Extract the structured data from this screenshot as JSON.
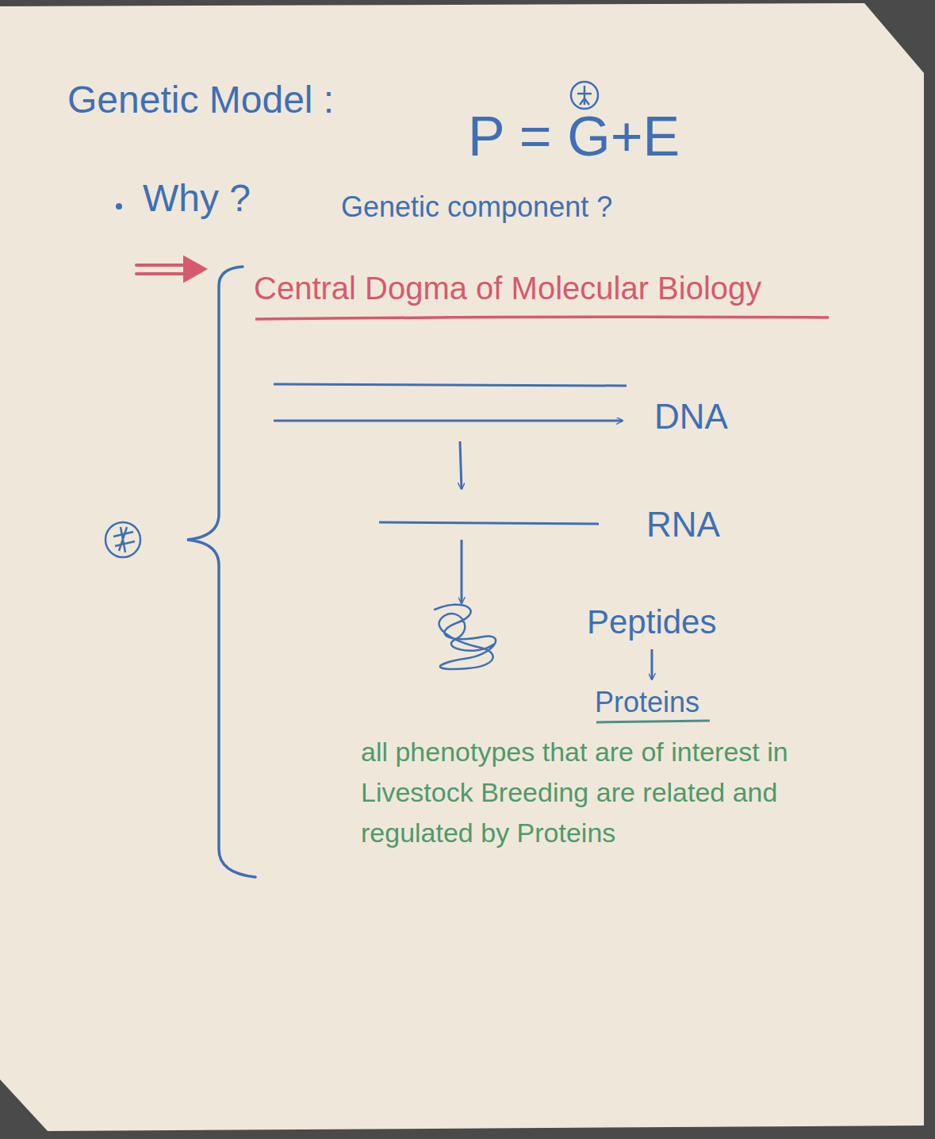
{
  "diagram": {
    "title": "Genetic Model :",
    "labels": [
      "P = G+E",
      "Why ?",
      "Genetic component ?",
      "Central Dogma of Molecular Biology",
      "DNA",
      "RNA",
      "Peptides",
      "Proteins",
      "all phenotypes that are of interest in Livestock Breeding are related and regulated by Proteins"
    ]
  }
}
